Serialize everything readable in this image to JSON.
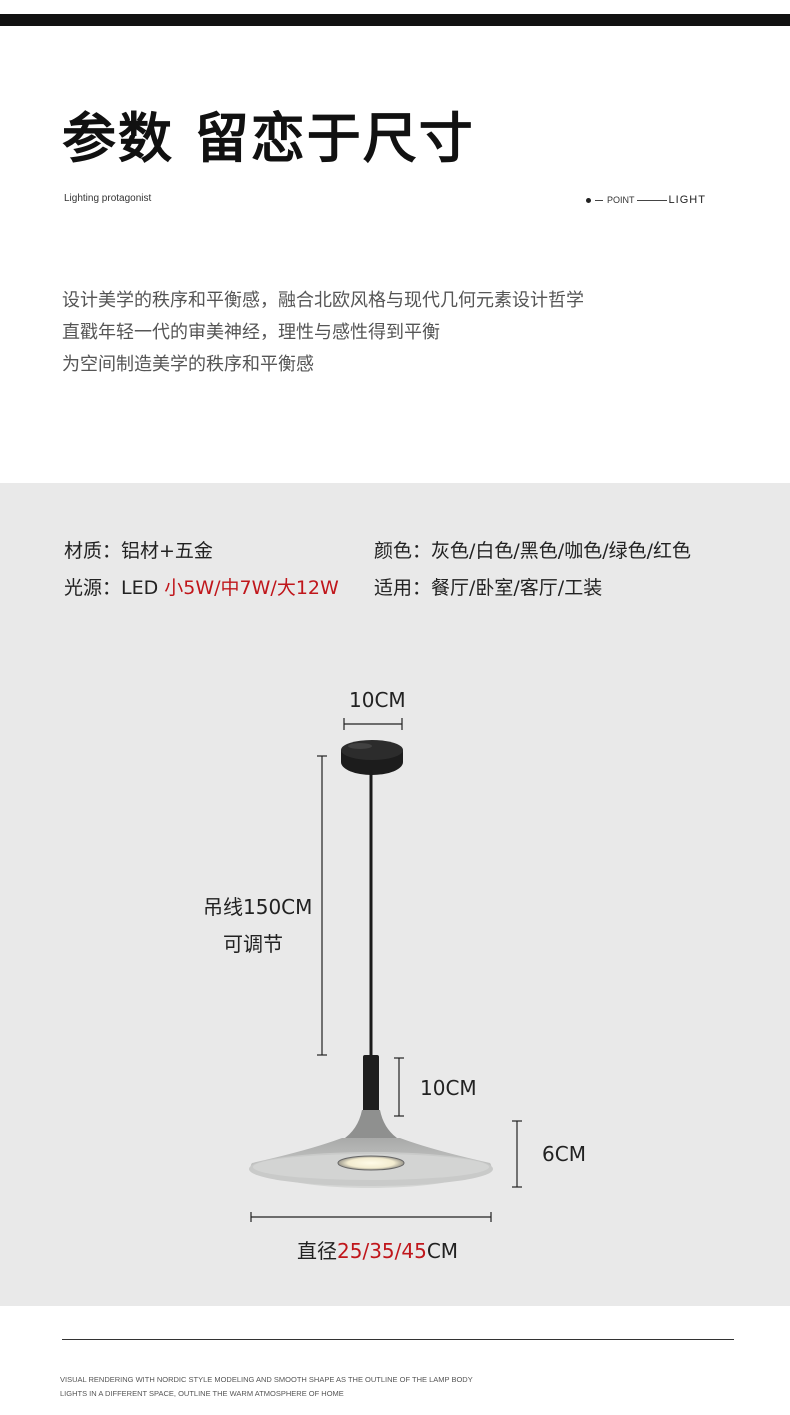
{
  "header": {
    "title": "参数 留恋于尺寸",
    "subtitle_en": "Lighting protagonist",
    "point_label": "POINT",
    "light_label": "LIGHT"
  },
  "intro": {
    "lines": [
      "设计美学的秩序和平衡感，融合北欧风格与现代几何元素设计哲学",
      "直戳年轻一代的审美神经，理性与感性得到平衡",
      "为空间制造美学的秩序和平衡感"
    ]
  },
  "specs": {
    "material": "材质：铝材+五金",
    "color": "颜色：灰色/白色/黑色/咖色/绿色/红色",
    "light_source_prefix": "光源：LED ",
    "light_source_options": "小5W/中7W/大12W",
    "usage": "适用：餐厅/卧室/客厅/工装"
  },
  "dimensions": {
    "canopy_width": "10CM",
    "cable_length": "吊线150CM",
    "cable_adjustable": "可调节",
    "stem_height": "10CM",
    "shade_height": "6CM",
    "diameter_prefix": "直径",
    "diameter_options": "25/35/45",
    "diameter_unit": "CM"
  },
  "footer": {
    "line1": "VISUAL RENDERING WITH NORDIC STYLE MODELING AND SMOOTH SHAPE AS THE OUTLINE OF THE LAMP BODY",
    "line2": "LIGHTS IN A DIFFERENT SPACE, OUTLINE THE WARM ATMOSPHERE OF HOME"
  },
  "colors": {
    "accent_red": "#c0161b",
    "background_gray": "#e9e9e9",
    "lamp_black": "#1c1c1c",
    "shade_gray": "#c9cac9"
  }
}
